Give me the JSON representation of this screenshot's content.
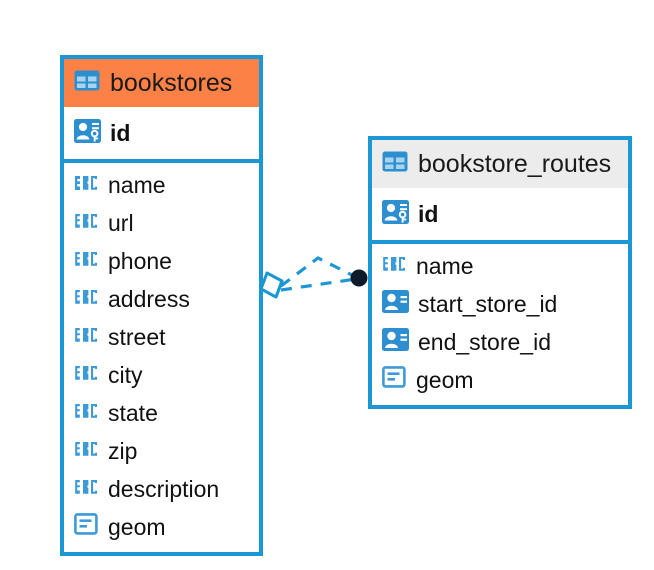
{
  "canvas": {
    "background": "#ffffff",
    "accent_blue": "#1b97d3",
    "selected_header": "#fc8147",
    "unselected_header": "#ececec",
    "endpoint_dark": "#0d1b2a"
  },
  "entities": [
    {
      "name": "bookstores",
      "title": "bookstores",
      "icon": "table-icon",
      "selected": true,
      "primary_key": {
        "label": "id",
        "icon": "primary-key-icon"
      },
      "fields": [
        {
          "label": "name",
          "icon": "text-field-icon"
        },
        {
          "label": "url",
          "icon": "text-field-icon"
        },
        {
          "label": "phone",
          "icon": "text-field-icon"
        },
        {
          "label": "address",
          "icon": "text-field-icon"
        },
        {
          "label": "street",
          "icon": "text-field-icon"
        },
        {
          "label": "city",
          "icon": "text-field-icon"
        },
        {
          "label": "state",
          "icon": "text-field-icon"
        },
        {
          "label": "zip",
          "icon": "text-field-icon"
        },
        {
          "label": "description",
          "icon": "text-field-icon"
        },
        {
          "label": "geom",
          "icon": "geometry-field-icon"
        }
      ]
    },
    {
      "name": "bookstore_routes",
      "title": "bookstore_routes",
      "icon": "table-icon",
      "selected": false,
      "primary_key": {
        "label": "id",
        "icon": "primary-key-icon"
      },
      "fields": [
        {
          "label": "name",
          "icon": "text-field-icon"
        },
        {
          "label": "start_store_id",
          "icon": "foreign-key-icon"
        },
        {
          "label": "end_store_id",
          "icon": "foreign-key-icon"
        },
        {
          "label": "geom",
          "icon": "geometry-field-icon"
        }
      ]
    }
  ],
  "relationship": {
    "name": "bookstores-to-bookstore-routes",
    "style": "dashed",
    "color": "#1b97d3",
    "source_marker": "diamond-outline-marker",
    "target_marker": "filled-circle-marker"
  }
}
